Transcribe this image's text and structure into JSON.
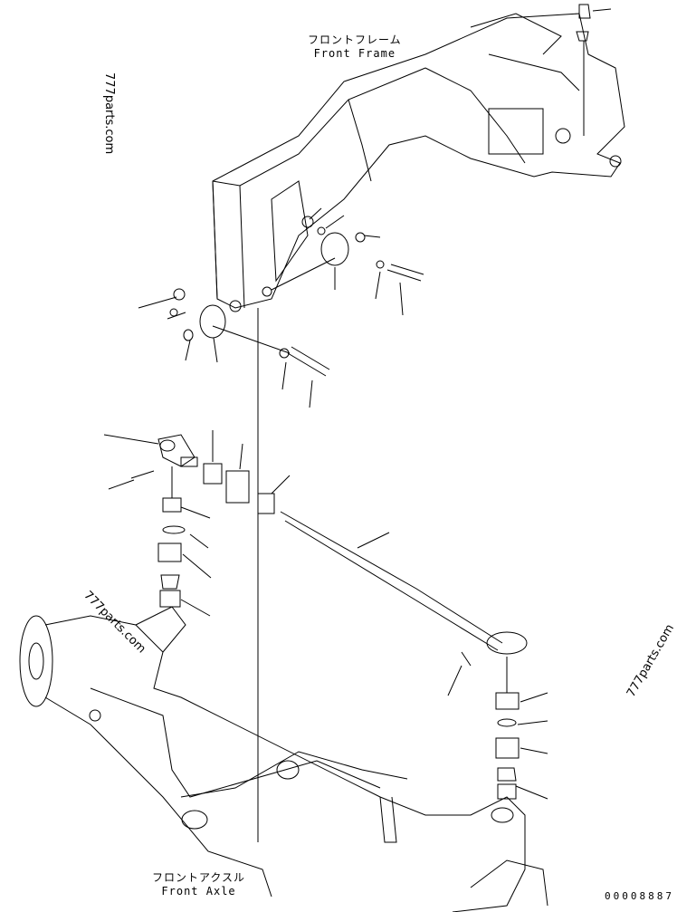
{
  "labels": {
    "front_frame_jp": "フロントフレーム",
    "front_frame_en": "Front Frame",
    "front_axle_jp": "フロントアクスル",
    "front_axle_en": "Front Axle"
  },
  "watermarks": [
    "777parts.com",
    "777parts.com",
    "777parts.com"
  ],
  "drawing_number": "00008887"
}
